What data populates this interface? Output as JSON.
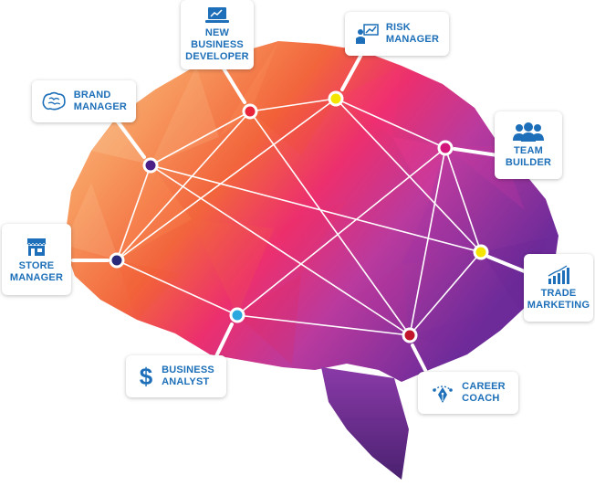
{
  "roles": {
    "new_business_developer": "NEW\nBUSINESS\nDEVELOPER",
    "risk_manager": "RISK\nMANAGER",
    "brand_manager": "BRAND\nMANAGER",
    "team_builder": "TEAM\nBUILDER",
    "store_manager": "STORE\nMANAGER",
    "trade_marketing": "TRADE\nMARKETING",
    "business_analyst": "BUSINESS\nANALYST",
    "career_coach": "CAREER\nCOACH"
  },
  "icons": {
    "new_business_developer": "laptop-chart-icon",
    "risk_manager": "presenter-chart-icon",
    "brand_manager": "brain-icon",
    "team_builder": "team-icon",
    "store_manager": "store-icon",
    "trade_marketing": "bar-chart-icon",
    "business_analyst": "dollar-icon",
    "career_coach": "pen-nib-icon"
  },
  "colors": {
    "label_blue": "#1c6fb8",
    "node_red": "#e8253a",
    "node_yellow": "#f5e400",
    "node_purple": "#4b1f86",
    "node_magenta": "#d3147a",
    "node_blue": "#29a8e0",
    "node_navy": "#2a2a7a",
    "node_crimson": "#c0152a"
  }
}
